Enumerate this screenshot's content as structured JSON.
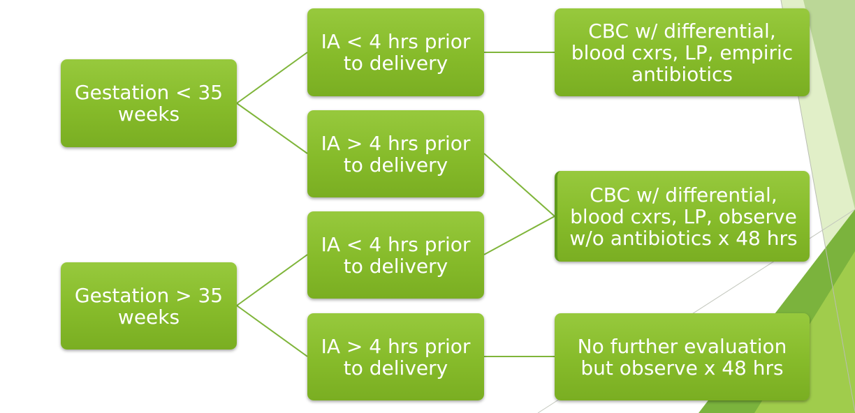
{
  "colors": {
    "node_fill": "#8cc035",
    "node_text": "#ffffff",
    "connector": "#7fb53a",
    "decor_dark": "#5e9a37",
    "decor_light": "#d4e7b0"
  },
  "nodes": {
    "gest_lt35": [
      "Gestation < 35",
      "weeks"
    ],
    "gest_gt35": [
      "Gestation > 35",
      "weeks"
    ],
    "ia_lt4_a": [
      "IA < 4 hrs prior",
      "to delivery"
    ],
    "ia_gt4_a": [
      "IA > 4 hrs prior",
      "to delivery"
    ],
    "ia_lt4_b": [
      "IA < 4 hrs prior",
      "to delivery"
    ],
    "ia_gt4_b": [
      "IA > 4 hrs prior",
      "to delivery"
    ],
    "eval_empiric": [
      "CBC w/ differential,",
      "blood cxrs, LP, empiric",
      "antibiotics"
    ],
    "eval_observe": [
      "CBC w/ differential,",
      "blood cxrs, LP, observe",
      "w/o antibiotics x 48 hrs"
    ],
    "no_further": [
      "No further evaluation",
      "but observe x 48 hrs"
    ]
  }
}
